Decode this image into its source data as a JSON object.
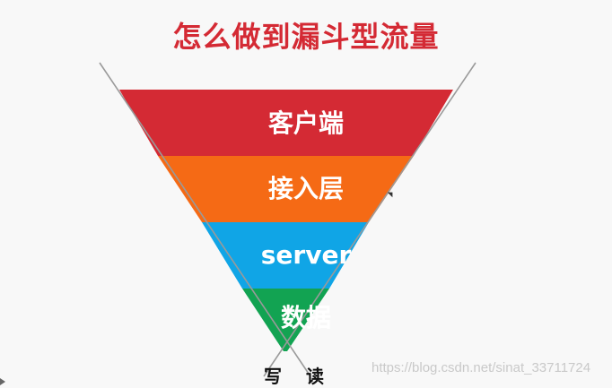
{
  "title": "怎么做到漏斗型流量",
  "layers": [
    {
      "label": "客户端",
      "color": "#d42a34"
    },
    {
      "label": "接入层",
      "color": "#f56a15"
    },
    {
      "label": "server",
      "color": "#10a5e6"
    },
    {
      "label": "数据",
      "color": "#12a352"
    }
  ],
  "bottom": {
    "write": "写",
    "read": "读"
  },
  "watermark": "https://blog.csdn.net/sinat_33711724"
}
